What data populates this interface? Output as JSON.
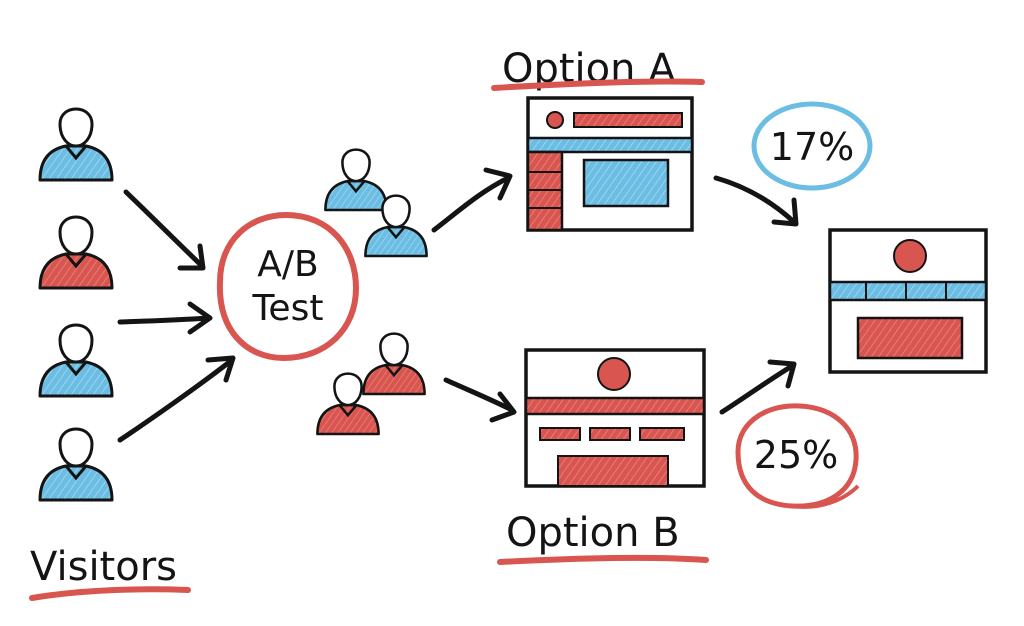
{
  "colors": {
    "ink": "#141414",
    "red": "#d9554f",
    "blue": "#6bbde3",
    "paper": "#ffffff"
  },
  "labels": {
    "visitors": "Visitors",
    "ab_line1": "A/B",
    "ab_line2": "Test",
    "option_a": "Option A",
    "option_b": "Option B",
    "rate_a": "17%",
    "rate_b": "25%"
  },
  "visitors": [
    {
      "shirt": "blue"
    },
    {
      "shirt": "red"
    },
    {
      "shirt": "blue"
    },
    {
      "shirt": "blue"
    }
  ],
  "group_a": [
    "blue",
    "blue"
  ],
  "group_b": [
    "red",
    "red"
  ],
  "icons": [
    "person-icon",
    "arrow-icon",
    "webpage-wireframe-icon"
  ]
}
